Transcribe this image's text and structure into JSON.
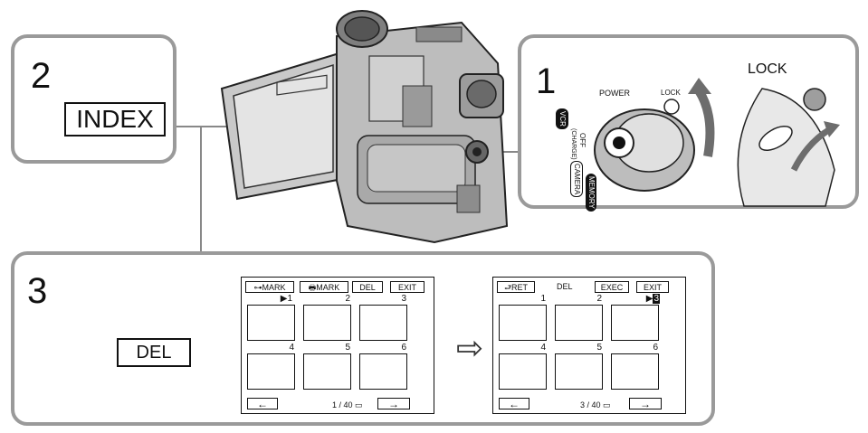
{
  "step1": {
    "number": "1",
    "dial_labels": {
      "power": "POWER",
      "lock": "LOCK",
      "vcr": "VCR",
      "off": "OFF",
      "charge": "(CHARGE)",
      "camera": "CAMERA",
      "memory": "MEMORY"
    },
    "lock_callout": "LOCK"
  },
  "step2": {
    "number": "2",
    "button_label": "INDEX"
  },
  "step3": {
    "number": "3",
    "button_label": "DEL",
    "screen_before": {
      "buttons": [
        "MARK",
        "MARK",
        "DEL",
        "EXIT"
      ],
      "cells": [
        "1",
        "2",
        "3",
        "4",
        "5",
        "6"
      ],
      "page": "1 / 40"
    },
    "screen_after": {
      "buttons": [
        "RET",
        "DEL",
        "EXEC",
        "EXIT"
      ],
      "cells": [
        "1",
        "2",
        "3",
        "4",
        "5",
        "6"
      ],
      "page": "3 / 40"
    }
  }
}
